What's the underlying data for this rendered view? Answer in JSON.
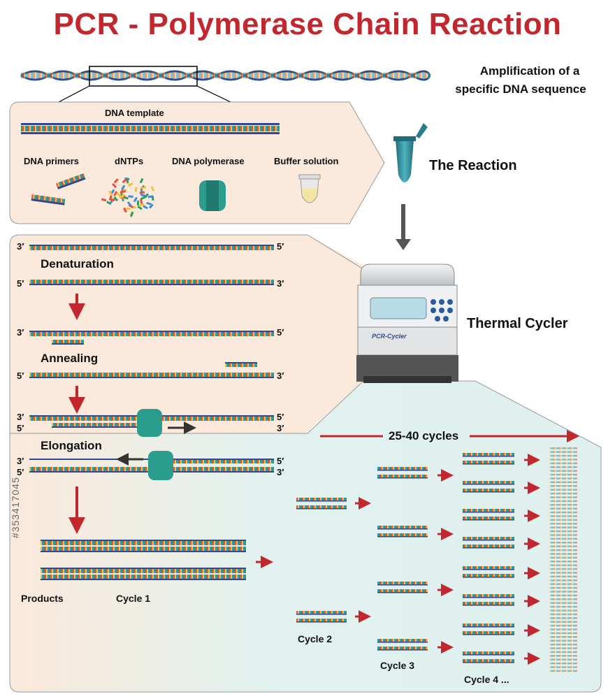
{
  "title": "PCR - Polymerase Chain Reaction",
  "amplification": {
    "line1": "Amplification of a",
    "line2": "specific DNA sequence"
  },
  "reaction": {
    "template_label": "DNA template",
    "components": [
      "DNA primers",
      "dNTPs",
      "DNA polymerase",
      "Buffer solution"
    ],
    "heading": "The Reaction"
  },
  "thermal_cycler": {
    "label": "Thermal Cycler",
    "brand": "PCR-Cycler"
  },
  "steps": {
    "denaturation": "Denaturation",
    "annealing": "Annealing",
    "elongation": "Elongation",
    "prime3": "3′",
    "prime5": "5′"
  },
  "cycles": {
    "range": "25-40 cycles",
    "products": "Products",
    "cycle1": "Cycle 1",
    "cycle2": "Cycle 2",
    "cycle3": "Cycle 3",
    "cycle4": "Cycle 4 ..."
  },
  "watermark": "#353417045",
  "colors": {
    "title_red": "#c1272d",
    "arrow_red": "#c1272d",
    "panel_peach": "#fbeadb",
    "panel_teal": "#e0f1ef",
    "polymerase_teal": "#2a9d8f",
    "backbone_blue": "#2c4a8c"
  },
  "icons": [
    "dna-helix-icon",
    "eppendorf-tube-icon",
    "polymerase-icon",
    "buffer-tube-icon",
    "thermal-cycler-icon"
  ]
}
